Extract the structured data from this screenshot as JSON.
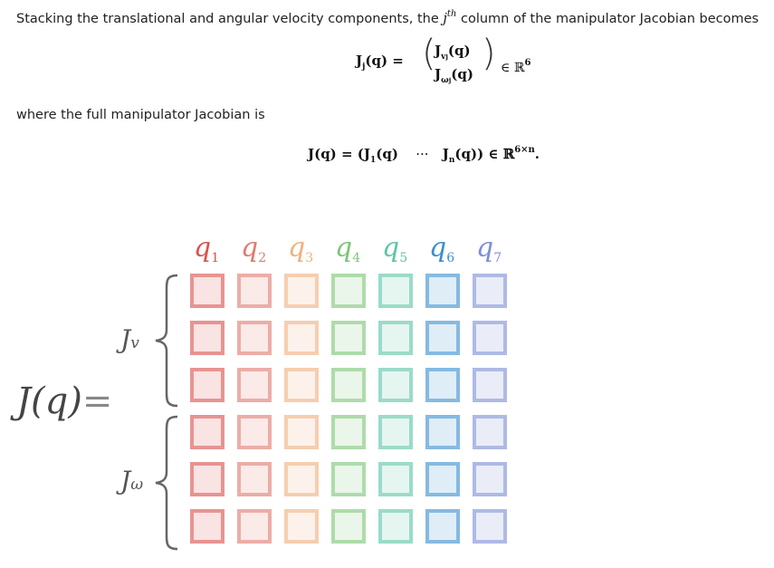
{
  "text": {
    "intro": "Stacking the translational and angular velocity components, the",
    "intro_sup": "th",
    "intro_j": "j",
    "intro_rest": "column of the manipulator Jacobian becomes",
    "where": "where the full manipulator Jacobian is"
  },
  "eq1": {
    "lhs": "J",
    "lhs_sub": "j",
    "lhs_arg": "(q) =",
    "top": "J",
    "top_sub": "v",
    "top_subsub": "j",
    "top_arg": "(q)",
    "bot": "J",
    "bot_sub": "ω",
    "bot_subsub": "j",
    "bot_arg": "(q)",
    "in": "∈ ℝ",
    "power": "6"
  },
  "eq2": {
    "lhs": "J(q) = (J",
    "first_sub": "1",
    "first_arg": "(q)",
    "dots": "···",
    "last": "J",
    "last_sub": "n",
    "last_arg": "(q)) ∈ ℝ",
    "power": "6×n",
    "period": "."
  },
  "figure": {
    "columns": [
      {
        "label": "q",
        "index": "1",
        "color": "#d9534f"
      },
      {
        "label": "q",
        "index": "2",
        "color": "#e07a6f"
      },
      {
        "label": "q",
        "index": "3",
        "color": "#f0b080"
      },
      {
        "label": "q",
        "index": "4",
        "color": "#7cc576"
      },
      {
        "label": "q",
        "index": "5",
        "color": "#5ec4a8"
      },
      {
        "label": "q",
        "index": "6",
        "color": "#3a8fd0"
      },
      {
        "label": "q",
        "index": "7",
        "color": "#7b8fd6"
      }
    ],
    "jv": "J",
    "jv_sub": "v",
    "jw": "J",
    "jw_sub": "ω",
    "lhs": "J(q)",
    "eq": "="
  }
}
